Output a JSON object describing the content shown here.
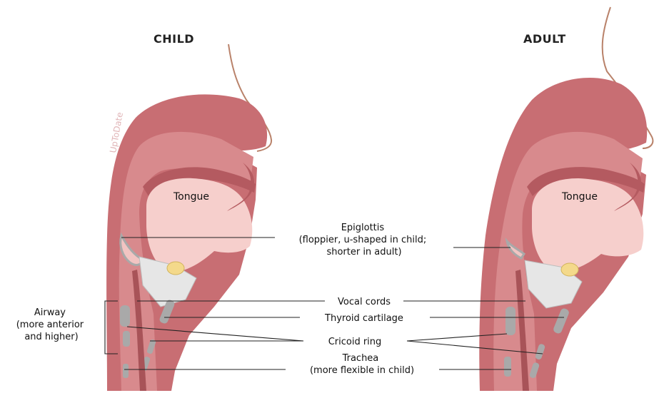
{
  "headings": {
    "child": "CHILD",
    "adult": "ADULT"
  },
  "tongue_labels": {
    "child": "Tongue",
    "adult": "Tongue"
  },
  "labels": {
    "epiglottis": [
      "Epiglottis",
      "(floppier, u-shaped in child;",
      "shorter in adult)"
    ],
    "vocal_cords": "Vocal cords",
    "thyroid_cartilage": "Thyroid cartilage",
    "cricoid_ring": "Cricoid ring",
    "trachea": [
      "Trachea",
      "(more flexible in child)"
    ],
    "airway": [
      "Airway",
      "(more anterior",
      "and higher)"
    ]
  },
  "watermark": "UpToDate",
  "colors": {
    "tissue_dark": "#c86e73",
    "tissue_mid": "#d88a8d",
    "tissue_light": "#f2c4c2",
    "tongue": "#f6cfcc",
    "skin_line": "#b9826a",
    "cartilage": "#a9a9a9",
    "hyoid": "#f4d98b",
    "ligament": "#e6e6e6"
  }
}
